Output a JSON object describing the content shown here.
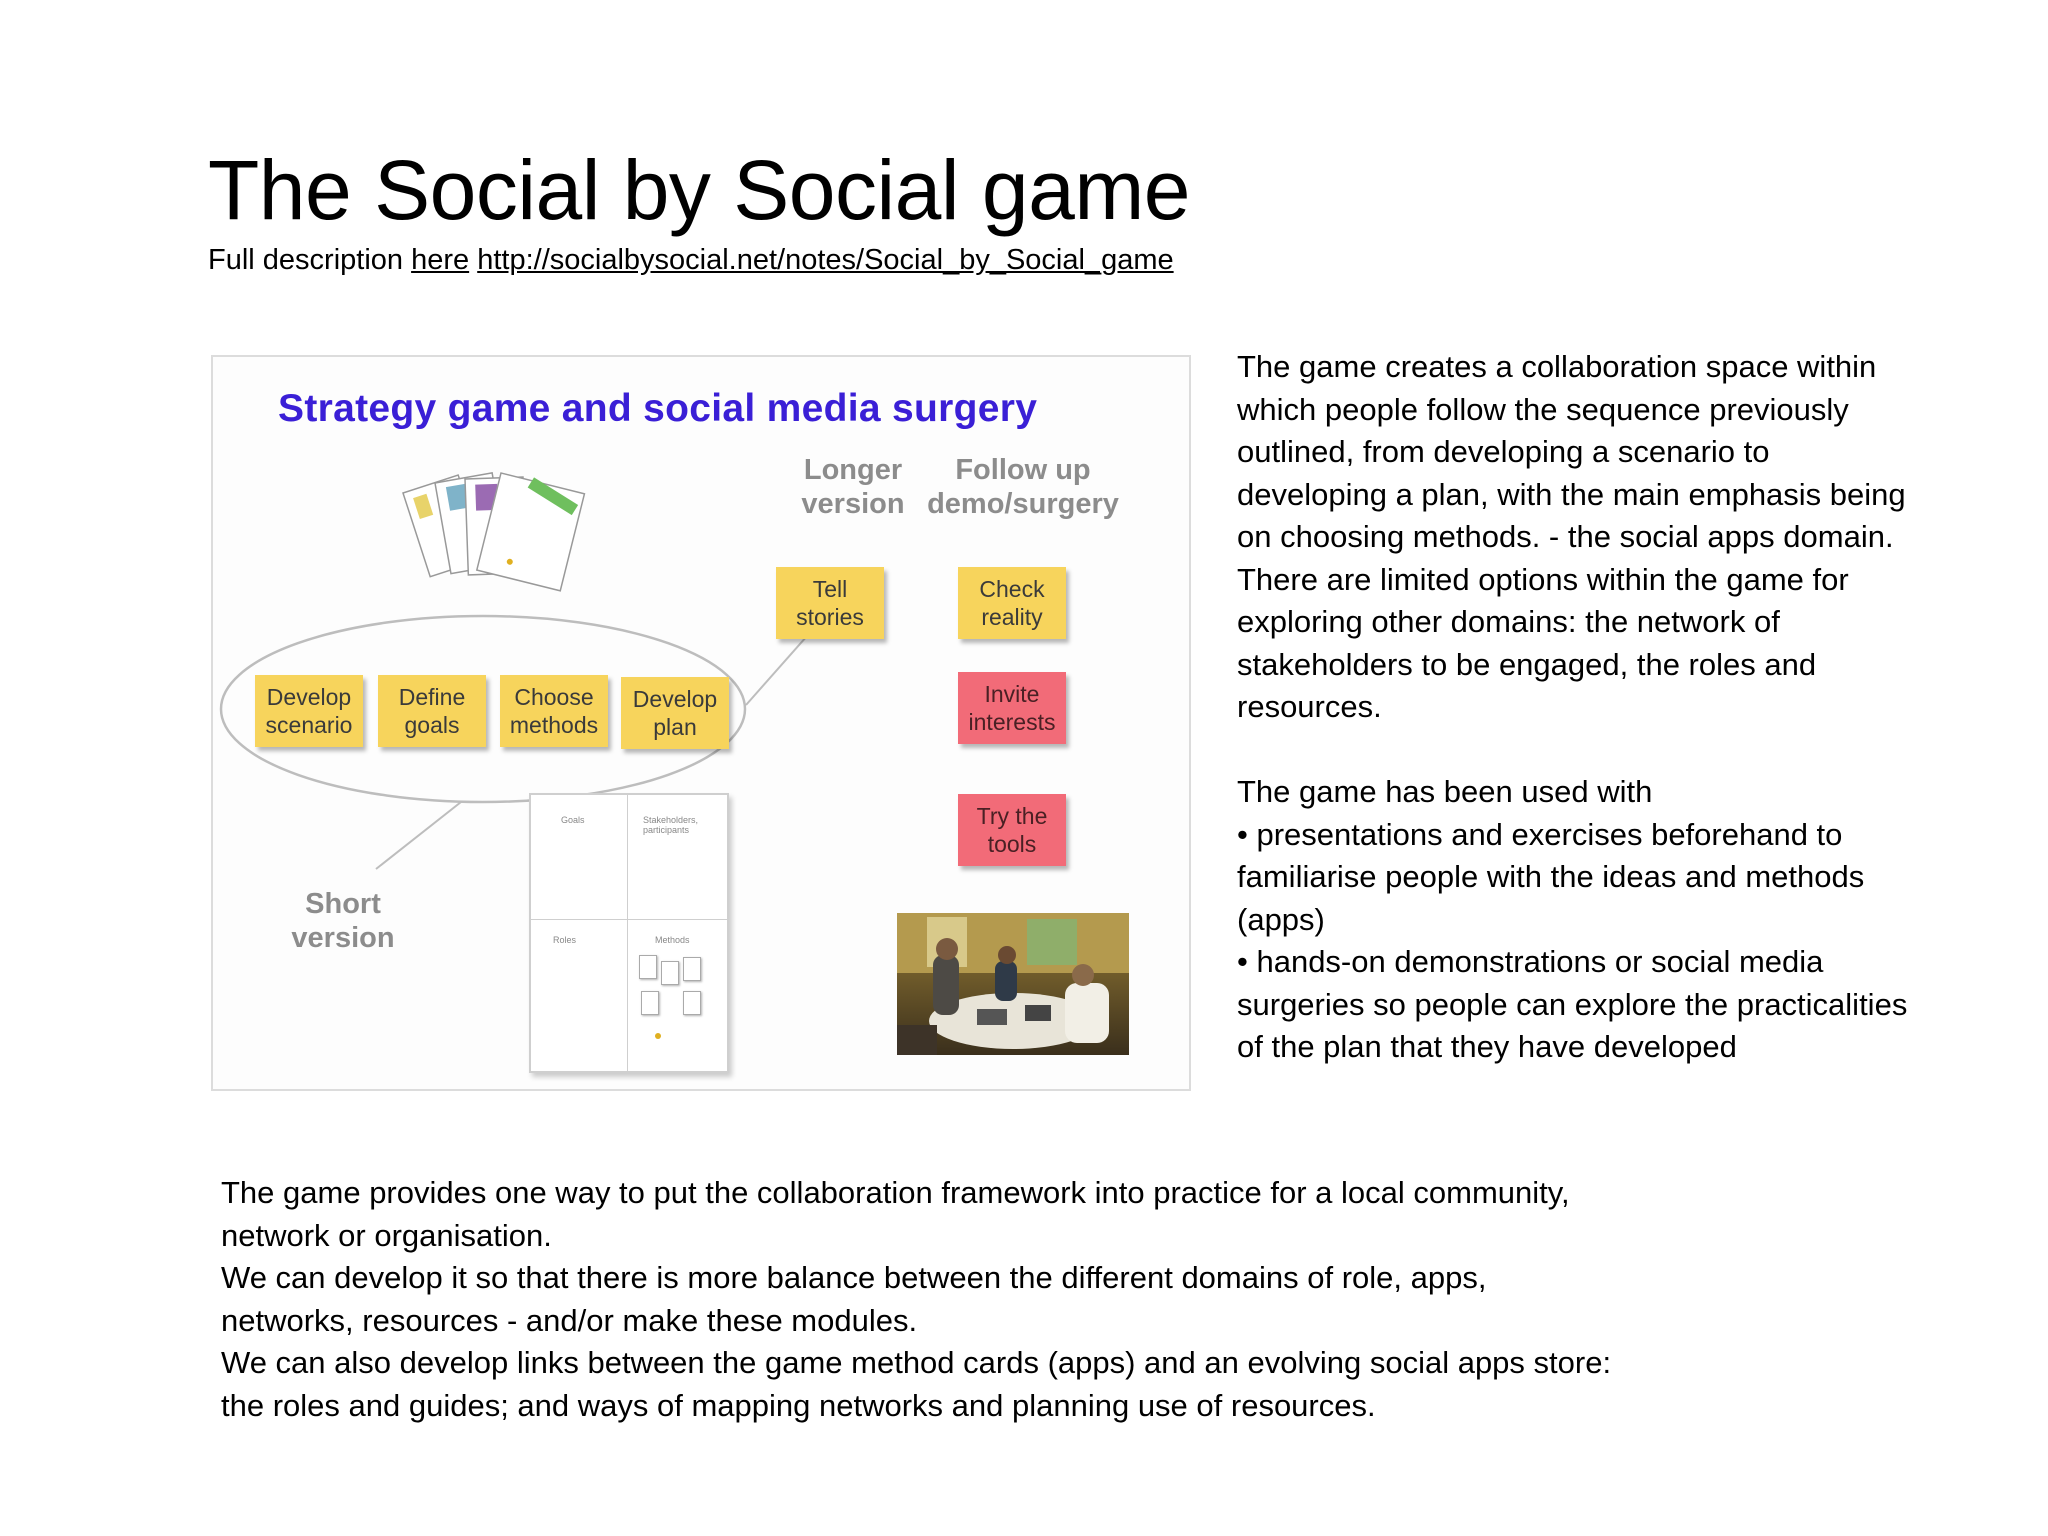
{
  "slide": {
    "title": "The Social by Social game",
    "subtitle_prefix": "Full description ",
    "subtitle_link_text": "here",
    "subtitle_url": "http://socialbysocial.net/notes/Social_by_Social_game"
  },
  "figure": {
    "title": "Strategy game and social media surgery",
    "longer_version": "Longer\nversion",
    "follow_up": "Follow up\ndemo/surgery",
    "short_version": "Short\nversion",
    "notes": {
      "develop_scenario": "Develop\nscenario",
      "define_goals": "Define\ngoals",
      "choose_methods": "Choose\nmethods",
      "develop_plan": "Develop\nplan",
      "tell_stories": "Tell\nstories",
      "check_reality": "Check\nreality",
      "invite_interests": "Invite\ninterests",
      "try_tools": "Try the\ntools"
    },
    "board_labels": {
      "goals": "Goals",
      "stakeholders": "Stakeholders,\nparticipants",
      "roles": "Roles",
      "methods": "Methods"
    },
    "colors": {
      "title": "#3a1fd6",
      "yellow_note": "#f7d45c",
      "red_note": "#f26b78",
      "grey_heading": "#8c8c8c"
    }
  },
  "right_text": "The game creates a collaboration space within\nwhich people follow the sequence previously\noutlined, from developing a scenario to\ndeveloping a plan, with the main emphasis being\non choosing methods. - the social apps domain.\nThere are limited options within the game for\nexploring other domains: the network of\nstakeholders to be engaged, the roles and\nresources.\n\nThe game has been used with\n• presentations and exercises beforehand to\nfamiliarise people with the ideas and methods\n(apps)\n• hands-on demonstrations or social media\nsurgeries so people can explore the practicalities\nof the plan that they have developed",
  "bottom_text": "The game provides one way to put the collaboration framework into practice for a local community,\nnetwork or organisation.\nWe can develop it so that there is more balance between the different domains of role, apps,\nnetworks, resources - and/or make these modules.\nWe can also develop links between the game method cards (apps) and an evolving social apps store:\nthe roles and guides; and ways of mapping networks and planning use of resources."
}
